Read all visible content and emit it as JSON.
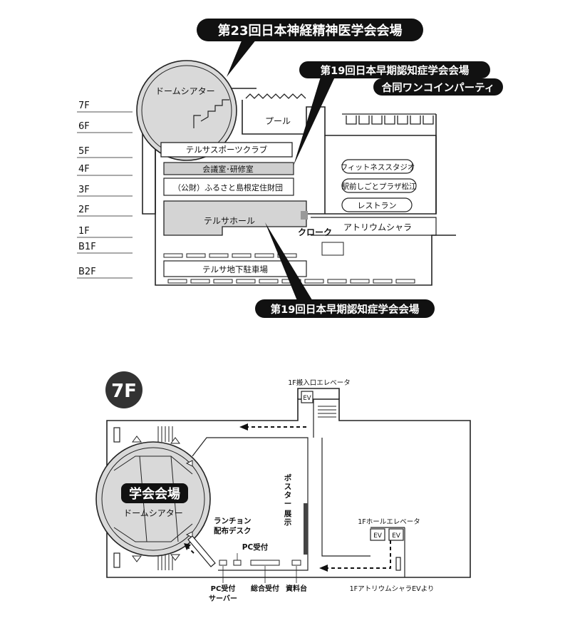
{
  "section_view": {
    "callouts": {
      "top": "第23回日本神経精神医学会会場",
      "right_line1": "第19回日本早期認知症学会会場",
      "right_line2": "合同ワンコインパーティ",
      "bottom": "第19回日本早期認知症学会会場"
    },
    "floors": [
      "7F",
      "6F",
      "5F",
      "4F",
      "3F",
      "2F",
      "1F",
      "B1F",
      "B2F"
    ],
    "rooms": {
      "dome": "ドームシアター",
      "pool": "プール",
      "sports_club": "テルサスポーツクラブ",
      "meeting": "会議室･研修室",
      "foundation": "（公財）ふるさと島根定住財団",
      "hall": "テルサホール",
      "cloak": "クローク",
      "atrium": "アトリウムシャラ",
      "parking": "テルサ地下駐車場",
      "fitness": "フィットネススタジオ",
      "ekimae": "駅前しごとプラザ松江",
      "restaurant": "レストラン"
    }
  },
  "floor_plan": {
    "badge": "7F",
    "venue_label": "学会会場",
    "dome": "ドームシアター",
    "freight_elevator": "1F搬入口エレベータ",
    "hall_elevator": "1Fホールエレベータ",
    "atrium_ev_note": "1FアトリウムシャラEVより",
    "ev": "EV",
    "poster": [
      "ポ",
      "ス",
      "タ",
      "ー",
      "展",
      "示"
    ],
    "lunch_line1": "ランチョン",
    "lunch_line2": "配布デスク",
    "pc_reception": "PC受付",
    "pc_server_line1": "PC受付",
    "pc_server_line2": "サーバー",
    "general_reception": "総合受付",
    "materials": "資料台"
  }
}
